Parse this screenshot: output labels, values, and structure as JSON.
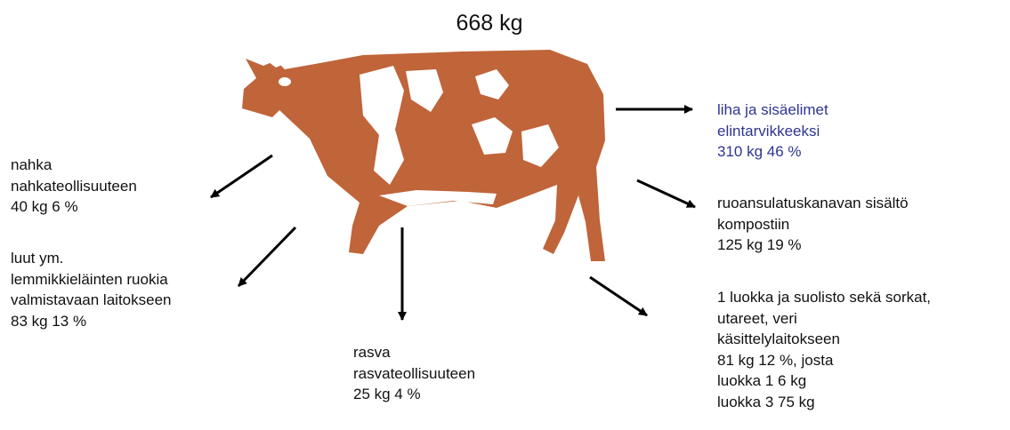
{
  "title": "668 kg",
  "colors": {
    "cow_body": "#c0643a",
    "cow_spots": "#ffffff",
    "highlight_text": "#2e3592",
    "arrows": "#000000"
  },
  "outputs": [
    {
      "id": "meat",
      "lines": [
        "liha ja sisäelimet",
        "elintarvikkeeksi",
        "310 kg  46 %"
      ],
      "highlighted": true
    },
    {
      "id": "digestive",
      "lines": [
        "ruoansulatuskanavan sisältö",
        "kompostiin",
        "125 kg  19 %"
      ]
    },
    {
      "id": "category",
      "lines": [
        "1 luokka ja suolisto sekä sorkat,",
        "utareet, veri",
        "käsittelylaitokseen",
        "81 kg  12 %, josta",
        "luokka 1    6 kg",
        "luokka 3    75 kg"
      ]
    },
    {
      "id": "fat",
      "lines": [
        "rasva",
        "rasvateollisuuteen",
        "25 kg   4 %"
      ]
    },
    {
      "id": "bones",
      "lines": [
        "luut ym.",
        "lemmikkieläinten ruokia",
        "valmistavaan laitokseen",
        "83 kg  13 %"
      ]
    },
    {
      "id": "hide",
      "lines": [
        "nahka",
        "nahkateollisuuteen",
        "40 kg  6 %"
      ]
    }
  ]
}
